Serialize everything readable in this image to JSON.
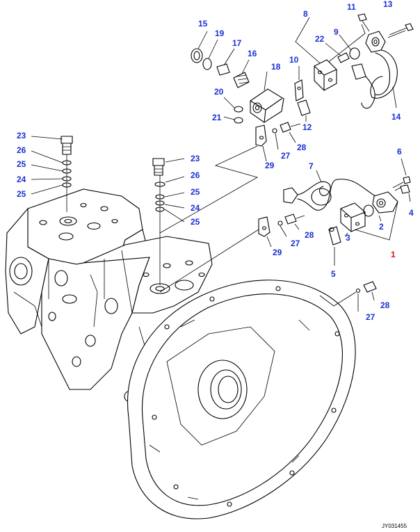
{
  "drawing_id": "JY031455",
  "callouts": [
    {
      "id": "c1",
      "text": "1",
      "highlight": true
    },
    {
      "id": "c2",
      "text": "2"
    },
    {
      "id": "c3",
      "text": "3"
    },
    {
      "id": "c4",
      "text": "4"
    },
    {
      "id": "c5",
      "text": "5"
    },
    {
      "id": "c6",
      "text": "6"
    },
    {
      "id": "c7",
      "text": "7"
    },
    {
      "id": "c8",
      "text": "8"
    },
    {
      "id": "c9",
      "text": "9"
    },
    {
      "id": "c10",
      "text": "10"
    },
    {
      "id": "c11",
      "text": "11"
    },
    {
      "id": "c12",
      "text": "12"
    },
    {
      "id": "c13",
      "text": "13"
    },
    {
      "id": "c14",
      "text": "14"
    },
    {
      "id": "c15",
      "text": "15"
    },
    {
      "id": "c16",
      "text": "16"
    },
    {
      "id": "c17",
      "text": "17"
    },
    {
      "id": "c18",
      "text": "18"
    },
    {
      "id": "c19",
      "text": "19"
    },
    {
      "id": "c20",
      "text": "20"
    },
    {
      "id": "c21",
      "text": "21"
    },
    {
      "id": "c22",
      "text": "22"
    },
    {
      "id": "c23a",
      "text": "23"
    },
    {
      "id": "c26a",
      "text": "26"
    },
    {
      "id": "c25a",
      "text": "25"
    },
    {
      "id": "c24a",
      "text": "24"
    },
    {
      "id": "c25b",
      "text": "25"
    },
    {
      "id": "c23b",
      "text": "23"
    },
    {
      "id": "c26b",
      "text": "26"
    },
    {
      "id": "c25c",
      "text": "25"
    },
    {
      "id": "c24b",
      "text": "24"
    },
    {
      "id": "c25d",
      "text": "25"
    },
    {
      "id": "c27a",
      "text": "27"
    },
    {
      "id": "c28a",
      "text": "28"
    },
    {
      "id": "c29a",
      "text": "29"
    },
    {
      "id": "c28b",
      "text": "28"
    },
    {
      "id": "c27b",
      "text": "27"
    },
    {
      "id": "c29b",
      "text": "29"
    },
    {
      "id": "c27c",
      "text": "27"
    },
    {
      "id": "c28c",
      "text": "28"
    }
  ],
  "colors": {
    "callout": "#1a2fd6",
    "callout_highlight": "#e0101a",
    "line": "#000000"
  }
}
